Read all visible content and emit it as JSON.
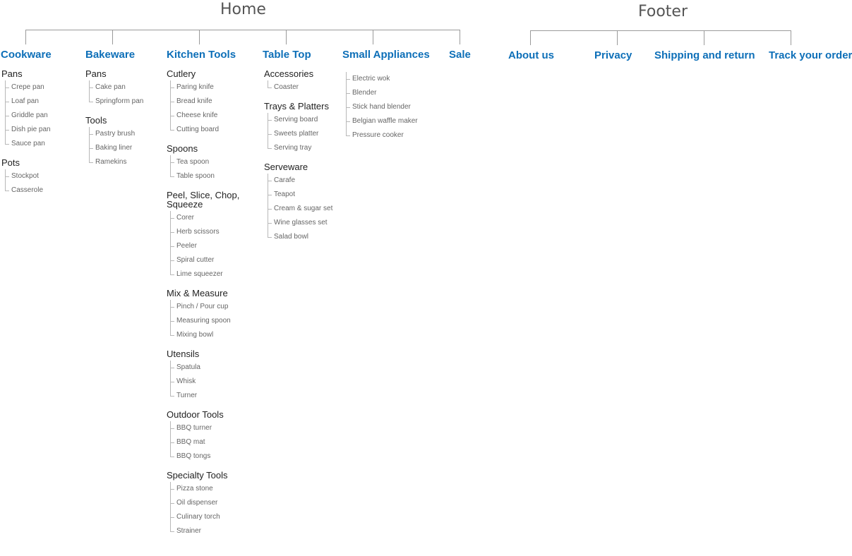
{
  "home": {
    "title": "Home",
    "nav": [
      {
        "label": "Cookware"
      },
      {
        "label": "Bakeware"
      },
      {
        "label": "Kitchen Tools"
      },
      {
        "label": "Table Top"
      },
      {
        "label": "Small Appliances"
      },
      {
        "label": "Sale"
      }
    ]
  },
  "footer": {
    "title": "Footer",
    "nav": [
      {
        "label": "About us"
      },
      {
        "label": "Privacy"
      },
      {
        "label": "Shipping and return"
      },
      {
        "label": "Track your order"
      }
    ]
  },
  "columns": [
    {
      "key": "cookware",
      "groups": [
        {
          "title": "Pans",
          "items": [
            "Crepe pan",
            "Loaf pan",
            "Griddle pan",
            "Dish pie pan",
            "Sauce pan"
          ]
        },
        {
          "title": "Pots",
          "items": [
            "Stockpot",
            "Casserole"
          ]
        }
      ]
    },
    {
      "key": "bakeware",
      "groups": [
        {
          "title": "Pans",
          "items": [
            "Cake pan",
            "Springform pan"
          ]
        },
        {
          "title": "Tools",
          "items": [
            "Pastry brush",
            "Baking liner",
            "Ramekins"
          ]
        }
      ]
    },
    {
      "key": "kitchen-tools",
      "groups": [
        {
          "title": "Cutlery",
          "items": [
            "Paring knife",
            "Bread knife",
            "Cheese knife",
            "Cutting board"
          ]
        },
        {
          "title": "Spoons",
          "items": [
            "Tea spoon",
            "Table spoon"
          ]
        },
        {
          "title": "Peel, Slice, Chop, Squeeze",
          "items": [
            "Corer",
            "Herb scissors",
            "Peeler",
            "Spiral cutter",
            "Lime squeezer"
          ]
        },
        {
          "title": "Mix & Measure",
          "items": [
            "Pinch / Pour cup",
            "Measuring spoon",
            "Mixing bowl"
          ]
        },
        {
          "title": "Utensils",
          "items": [
            "Spatula",
            "Whisk",
            "Turner"
          ]
        },
        {
          "title": "Outdoor Tools",
          "items": [
            "BBQ turner",
            "BBQ mat",
            "BBQ tongs"
          ]
        },
        {
          "title": "Specialty Tools",
          "items": [
            "Pizza stone",
            "Oil dispenser",
            "Culinary torch",
            "Strainer"
          ]
        }
      ]
    },
    {
      "key": "table-top",
      "groups": [
        {
          "title": "Accessories",
          "items": [
            "Coaster"
          ]
        },
        {
          "title": "Trays & Platters",
          "items": [
            "Serving board",
            "Sweets platter",
            "Serving tray"
          ]
        },
        {
          "title": "Serveware",
          "items": [
            "Carafe",
            "Teapot",
            "Cream & sugar set",
            "Wine glasses set",
            "Salad bowl"
          ]
        }
      ]
    },
    {
      "key": "small-appliances",
      "groups": [
        {
          "title": "",
          "items": [
            "Electric wok",
            "Blender",
            "Stick hand blender",
            "Belgian waffle maker",
            "Pressure cooker"
          ]
        }
      ]
    }
  ]
}
